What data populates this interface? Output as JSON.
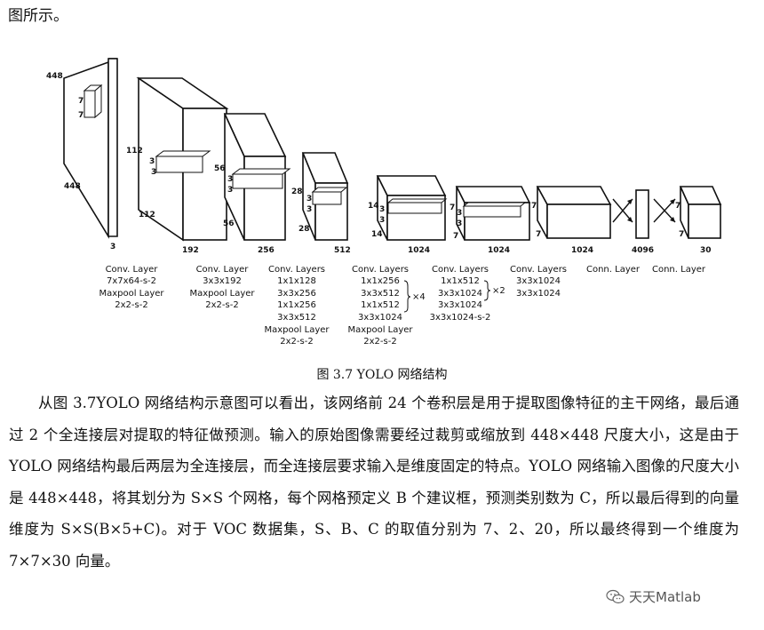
{
  "intro_text": "图所示。",
  "diagram": {
    "input": {
      "size_top": "448",
      "size_side": "448",
      "depth": "3",
      "kernel": [
        "7",
        "7"
      ]
    },
    "b1": {
      "h": "112",
      "h2": "112",
      "kernel": [
        "3",
        "3"
      ],
      "depth": "192"
    },
    "b2": {
      "h": "56",
      "h2": "56",
      "kernel": [
        "3",
        "3"
      ],
      "depth": "256"
    },
    "b3": {
      "h": "28",
      "h2": "28",
      "kernel": [
        "3",
        "3"
      ],
      "depth": "512"
    },
    "b4": {
      "h": "14",
      "h2": "14",
      "kernel": [
        "3",
        "3"
      ],
      "depth": "1024"
    },
    "b5": {
      "h": "7",
      "h2": "7",
      "kernel": [
        "3",
        "3"
      ],
      "depth": "1024"
    },
    "b6": {
      "h": "7",
      "h2": "7",
      "depth": "1024"
    },
    "fc1": {
      "depth": "4096"
    },
    "out": {
      "h": "7",
      "h2": "7",
      "depth": "30"
    },
    "captions": [
      [
        "Conv. Layer",
        "7x7x64-s-2",
        "Maxpool Layer",
        "2x2-s-2"
      ],
      [
        "Conv. Layer",
        "3x3x192",
        "Maxpool Layer",
        "2x2-s-2"
      ],
      [
        "Conv. Layers",
        "1x1x128",
        "3x3x256",
        "1x1x256",
        "3x3x512",
        "Maxpool Layer",
        "2x2-s-2"
      ],
      [
        "Conv. Layers",
        "1x1x256",
        "3x3x512",
        "1x1x512",
        "3x3x1024",
        "Maxpool Layer",
        "2x2-s-2"
      ],
      [
        "Conv. Layers",
        "1x1x512",
        "3x3x1024",
        "3x3x1024",
        "3x3x1024-s-2"
      ],
      [
        "Conv. Layers",
        "3x3x1024",
        "3x3x1024"
      ],
      [
        "Conn. Layer"
      ],
      [
        "Conn. Layer"
      ]
    ],
    "repeat4": "×4",
    "repeat2": "×2"
  },
  "figure_caption": "图 3.7 YOLO 网络结构",
  "paragraph": "从图 3.7YOLO 网络结构示意图可以看出，该网络前 24 个卷积层是用于提取图像特征的主干网络，最后通过 2 个全连接层对提取的特征做预测。输入的原始图像需要经过裁剪或缩放到 448×448 尺度大小，这是由于 YOLO 网络结构最后两层为全连接层，而全连接层要求输入是维度固定的特点。YOLO 网络输入图像的尺度大小是 448×448，将其划分为 S×S 个网格，每个网格预定义 B 个建议框，预测类别数为 C，所以最后得到的向量维度为 S×S(B×5+C)。对于 VOC 数据集，S、B、C 的取值分别为 7、2、20，所以最终得到一个维度为 7×7×30 向量。",
  "watermark": "天天Matlab",
  "watermark_icon": "wechat-icon"
}
